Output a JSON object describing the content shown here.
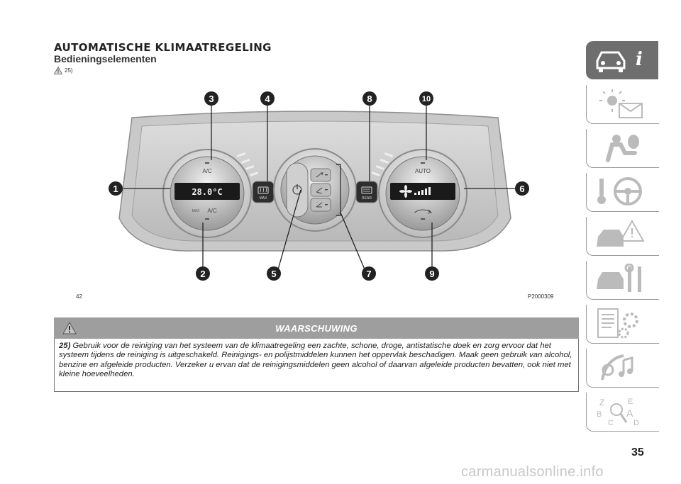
{
  "header": {
    "title": "AUTOMATISCHE KLIMAATREGELING",
    "subtitle": "Bedieningselementen",
    "warning_ref": "25)"
  },
  "figure": {
    "number": "42",
    "code": "P2000309",
    "callouts": [
      "1",
      "2",
      "3",
      "4",
      "5",
      "6",
      "7",
      "8",
      "9",
      "10"
    ],
    "panel_labels": {
      "left_top": "A/C",
      "left_bottom": "A/C",
      "left_bottom_prefix": "MAX",
      "left_display": "28.0°C",
      "max_button": "MAX",
      "right_top": "AUTO",
      "rear_button": "REAR"
    }
  },
  "warning": {
    "title": "WAARSCHUWING",
    "ref": "25)",
    "text": "Gebruik voor de reiniging van het systeem van de klimaatregeling een zachte, schone, droge, antistatische doek en zorg ervoor dat het systeem tijdens de reiniging is uitgeschakeld. Reinigings- en polijstmiddelen kunnen het oppervlak beschadigen. Maak geen gebruik van alcohol, benzine en afgeleide producten. Verzeker u ervan dat de reinigingsmiddelen geen alcohol of daarvan afgeleide producten bevatten, ook niet met kleine hoeveelheden."
  },
  "tabs": [
    {
      "icon": "car-info-icon",
      "active": true
    },
    {
      "icon": "warning-light-mail-icon",
      "active": false
    },
    {
      "icon": "seat-airbag-icon",
      "active": false
    },
    {
      "icon": "key-steering-wheel-icon",
      "active": false
    },
    {
      "icon": "car-emergency-icon",
      "active": false
    },
    {
      "icon": "car-service-tools-icon",
      "active": false
    },
    {
      "icon": "technical-data-gears-icon",
      "active": false
    },
    {
      "icon": "multimedia-music-icon",
      "active": false
    },
    {
      "icon": "alphabetical-index-icon",
      "active": false
    }
  ],
  "page_number": "35",
  "watermark": "carmanualsonline.info",
  "colors": {
    "warning_bar": "#9e9e9e",
    "active_tab": "#6e6e6e"
  }
}
